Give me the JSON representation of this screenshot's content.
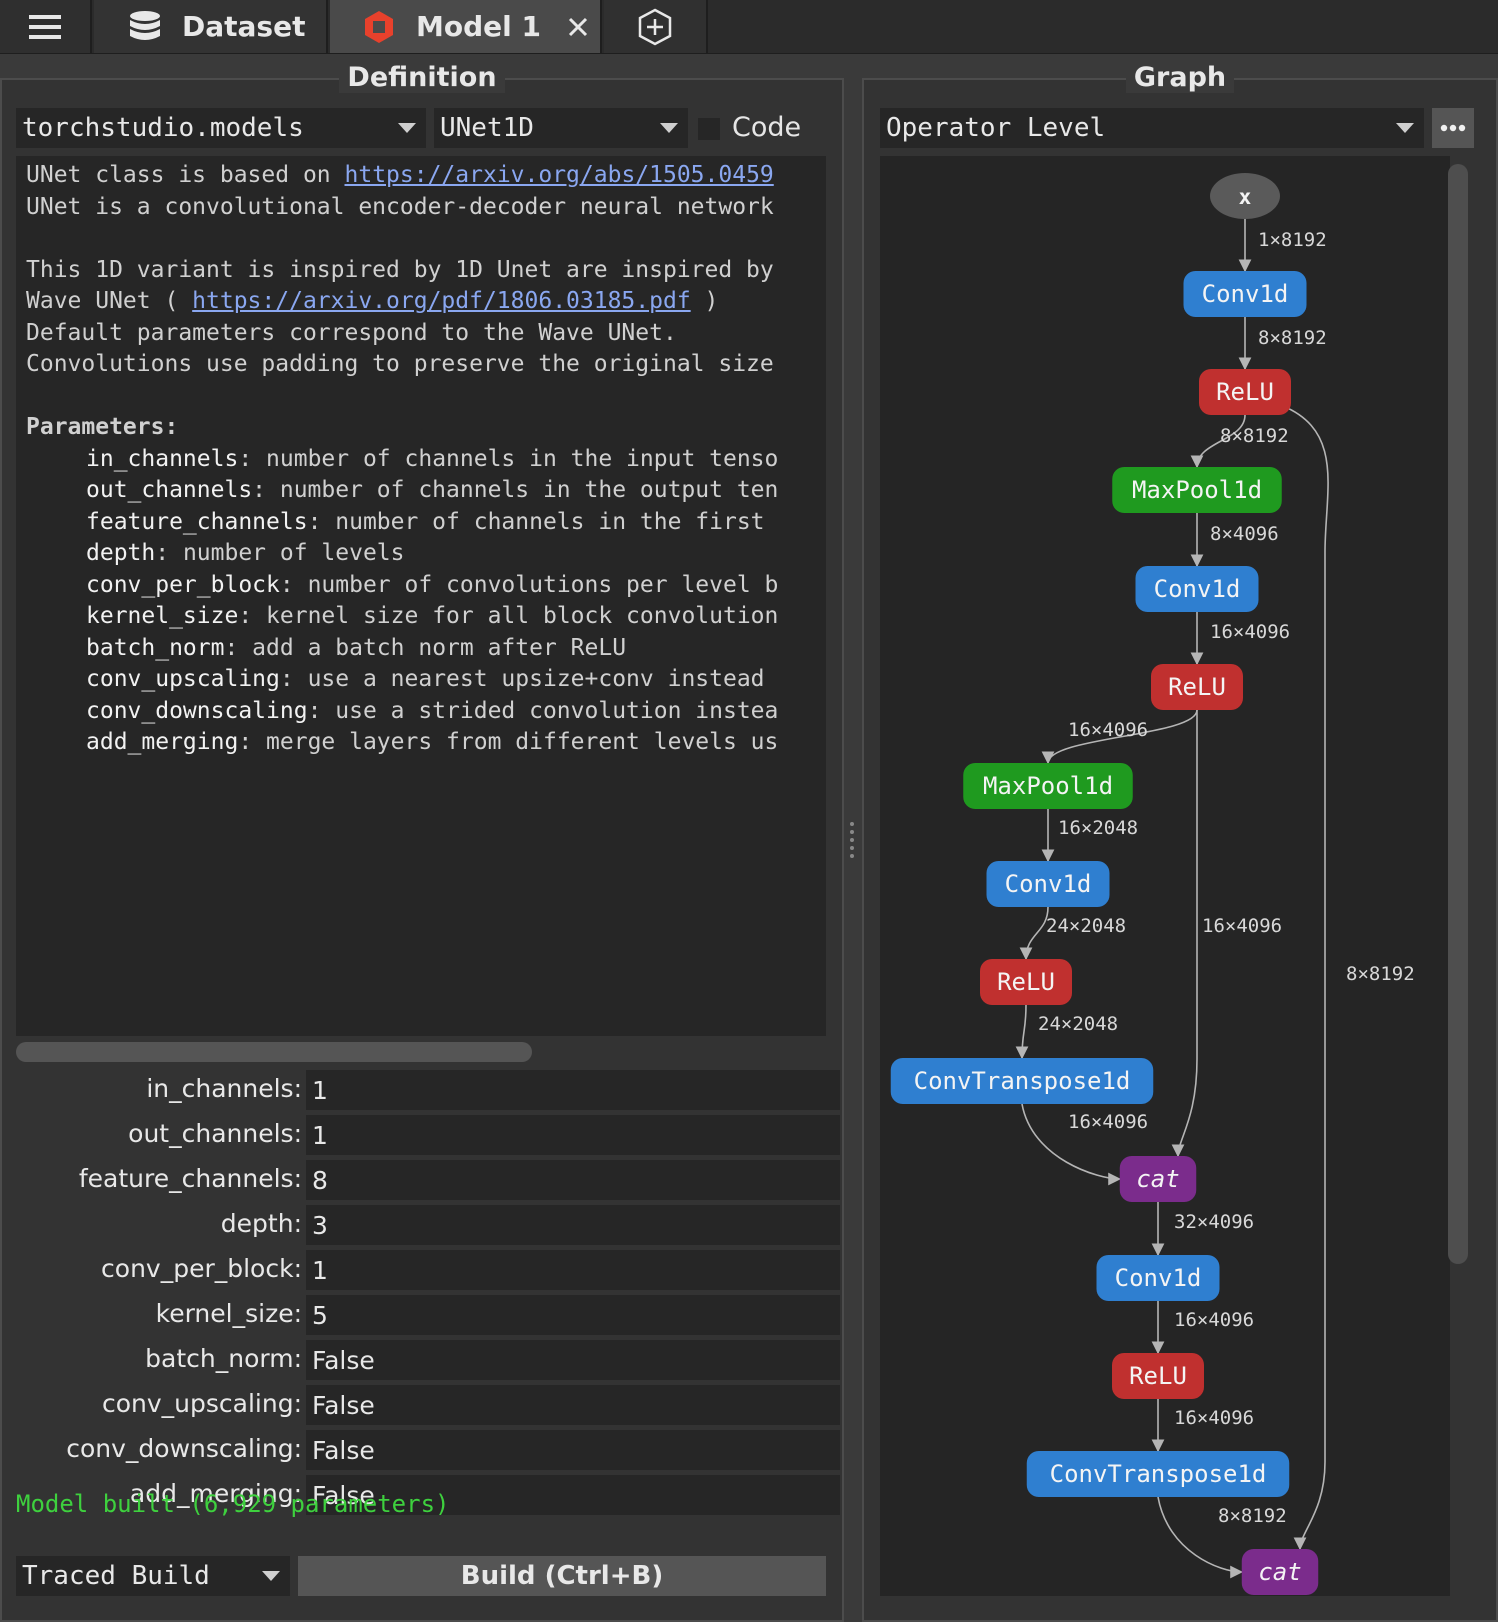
{
  "tabs": {
    "dataset_label": "Dataset",
    "model_label": "Model 1"
  },
  "definition": {
    "title": "Definition",
    "module_select": "torchstudio.models",
    "class_select": "UNet1D",
    "code_label": "Code",
    "doc_lines": [
      {
        "text": "UNet class is based on ",
        "link": "https://arxiv.org/abs/1505.0459"
      },
      {
        "text": "UNet is a convolutional encoder-decoder neural network"
      },
      {
        "text": ""
      },
      {
        "text": "This 1D variant is inspired by 1D Unet are inspired by"
      },
      {
        "text": "Wave UNet ( ",
        "link": "https://arxiv.org/pdf/1806.03185.pdf",
        "after": " )"
      },
      {
        "text": "Default parameters correspond to the Wave UNet."
      },
      {
        "text": "Convolutions use padding to preserve the original size"
      },
      {
        "text": ""
      },
      {
        "text": "Parameters:"
      }
    ],
    "doc_params": [
      {
        "name": "in_channels",
        "desc": ": number of channels in the input tenso"
      },
      {
        "name": "out_channels",
        "desc": ": number of channels in the output ten"
      },
      {
        "name": "feature_channels",
        "desc": ": number of channels in the first"
      },
      {
        "name": "depth",
        "desc": ": number of levels"
      },
      {
        "name": "conv_per_block",
        "desc": ": number of convolutions per level b"
      },
      {
        "name": "kernel_size",
        "desc": ": kernel size for all block convolution"
      },
      {
        "name": "batch_norm",
        "desc": ": add a batch norm after ReLU"
      },
      {
        "name": "conv_upscaling",
        "desc": ": use a nearest upsize+conv instead"
      },
      {
        "name": "conv_downscaling",
        "desc": ": use a strided convolution instea"
      },
      {
        "name": "add_merging",
        "desc": ": merge layers from different levels us"
      }
    ],
    "params": [
      {
        "label": "in_channels:",
        "value": "1"
      },
      {
        "label": "out_channels:",
        "value": "1"
      },
      {
        "label": "feature_channels:",
        "value": "8"
      },
      {
        "label": "depth:",
        "value": "3"
      },
      {
        "label": "conv_per_block:",
        "value": "1"
      },
      {
        "label": "kernel_size:",
        "value": "5"
      },
      {
        "label": "batch_norm:",
        "value": "False"
      },
      {
        "label": "conv_upscaling:",
        "value": "False"
      },
      {
        "label": "conv_downscaling:",
        "value": "False"
      },
      {
        "label": "add_merging:",
        "value": "False"
      }
    ],
    "status": "Model built (6,929 parameters)",
    "build_mode": "Traced Build",
    "build_button": "Build (Ctrl+B)"
  },
  "graph": {
    "title": "Graph",
    "level_select": "Operator Level",
    "colors": {
      "conv": "#2f7fd0",
      "relu": "#c0302f",
      "pool": "#1f9a1f",
      "cat": "#7b2c8c",
      "input": "#5a5a5a",
      "edge": "#b5b5b5"
    },
    "nodes": [
      {
        "id": "x",
        "label": "x",
        "kind": "input"
      },
      {
        "id": "conv1",
        "label": "Conv1d",
        "kind": "conv"
      },
      {
        "id": "relu1",
        "label": "ReLU",
        "kind": "relu"
      },
      {
        "id": "pool1",
        "label": "MaxPool1d",
        "kind": "pool"
      },
      {
        "id": "conv2",
        "label": "Conv1d",
        "kind": "conv"
      },
      {
        "id": "relu2",
        "label": "ReLU",
        "kind": "relu"
      },
      {
        "id": "pool2",
        "label": "MaxPool1d",
        "kind": "pool"
      },
      {
        "id": "conv3",
        "label": "Conv1d",
        "kind": "conv"
      },
      {
        "id": "relu3",
        "label": "ReLU",
        "kind": "relu"
      },
      {
        "id": "convt1",
        "label": "ConvTranspose1d",
        "kind": "conv"
      },
      {
        "id": "cat1",
        "label": "cat",
        "kind": "cat"
      },
      {
        "id": "conv4",
        "label": "Conv1d",
        "kind": "conv"
      },
      {
        "id": "relu4",
        "label": "ReLU",
        "kind": "relu"
      },
      {
        "id": "convt2",
        "label": "ConvTranspose1d",
        "kind": "conv"
      },
      {
        "id": "cat2",
        "label": "cat",
        "kind": "cat"
      }
    ],
    "edges": [
      {
        "from": "x",
        "to": "conv1",
        "label": "1×8192"
      },
      {
        "from": "conv1",
        "to": "relu1",
        "label": "8×8192"
      },
      {
        "from": "relu1",
        "to": "pool1",
        "label": "8×8192"
      },
      {
        "from": "pool1",
        "to": "conv2",
        "label": "8×4096"
      },
      {
        "from": "conv2",
        "to": "relu2",
        "label": "16×4096"
      },
      {
        "from": "relu2",
        "to": "pool2",
        "label": "16×4096"
      },
      {
        "from": "pool2",
        "to": "conv3",
        "label": "16×2048"
      },
      {
        "from": "conv3",
        "to": "relu3",
        "label": "24×2048"
      },
      {
        "from": "relu3",
        "to": "convt1",
        "label": "24×2048"
      },
      {
        "from": "convt1",
        "to": "cat1",
        "label": "16×4096"
      },
      {
        "from": "relu2",
        "to": "cat1",
        "label": "16×4096"
      },
      {
        "from": "cat1",
        "to": "conv4",
        "label": "32×4096"
      },
      {
        "from": "conv4",
        "to": "relu4",
        "label": "16×4096"
      },
      {
        "from": "relu4",
        "to": "convt2",
        "label": "16×4096"
      },
      {
        "from": "convt2",
        "to": "cat2",
        "label": "8×8192"
      },
      {
        "from": "relu1",
        "to": "cat2",
        "label": "8×8192"
      }
    ]
  }
}
